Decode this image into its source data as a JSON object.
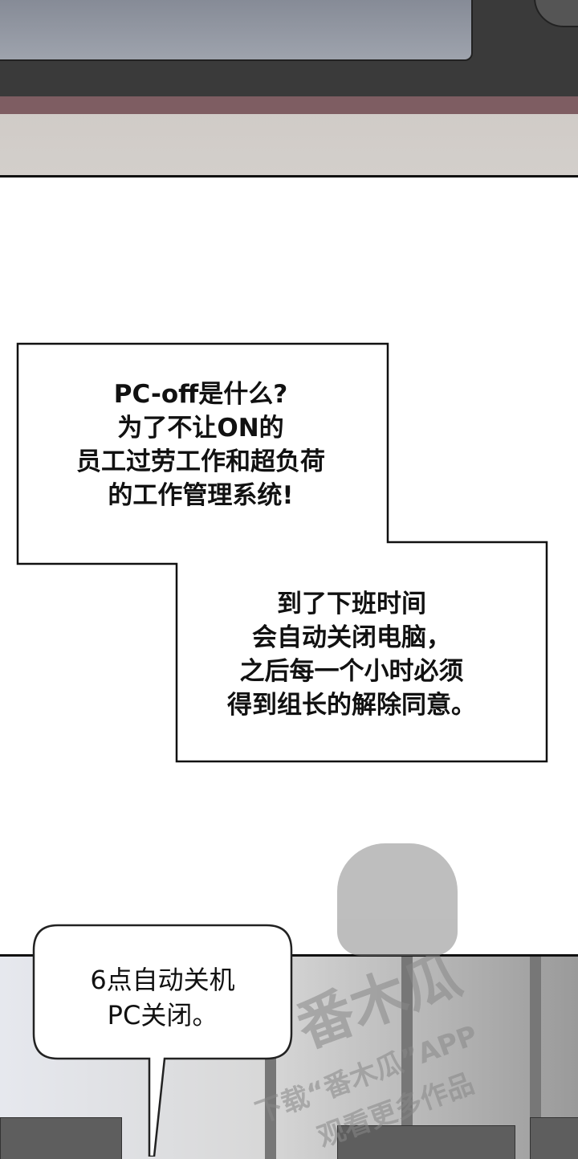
{
  "narration": {
    "box1_lines": [
      "PC-off是什么?",
      "为了不让ON的",
      "员工过劳工作和超负荷",
      "的工作管理系统!"
    ],
    "box2_lines": [
      "到了下班时间",
      "会自动关闭电脑，",
      "之后每一个小时必须",
      "得到组长的解除同意。"
    ]
  },
  "speech_bubble": {
    "lines": [
      "6点自动关机",
      "PC关闭。"
    ]
  },
  "watermark": {
    "logo": "番木瓜",
    "line1": "下载“番木瓜”APP",
    "line2": "观看更多作品"
  }
}
